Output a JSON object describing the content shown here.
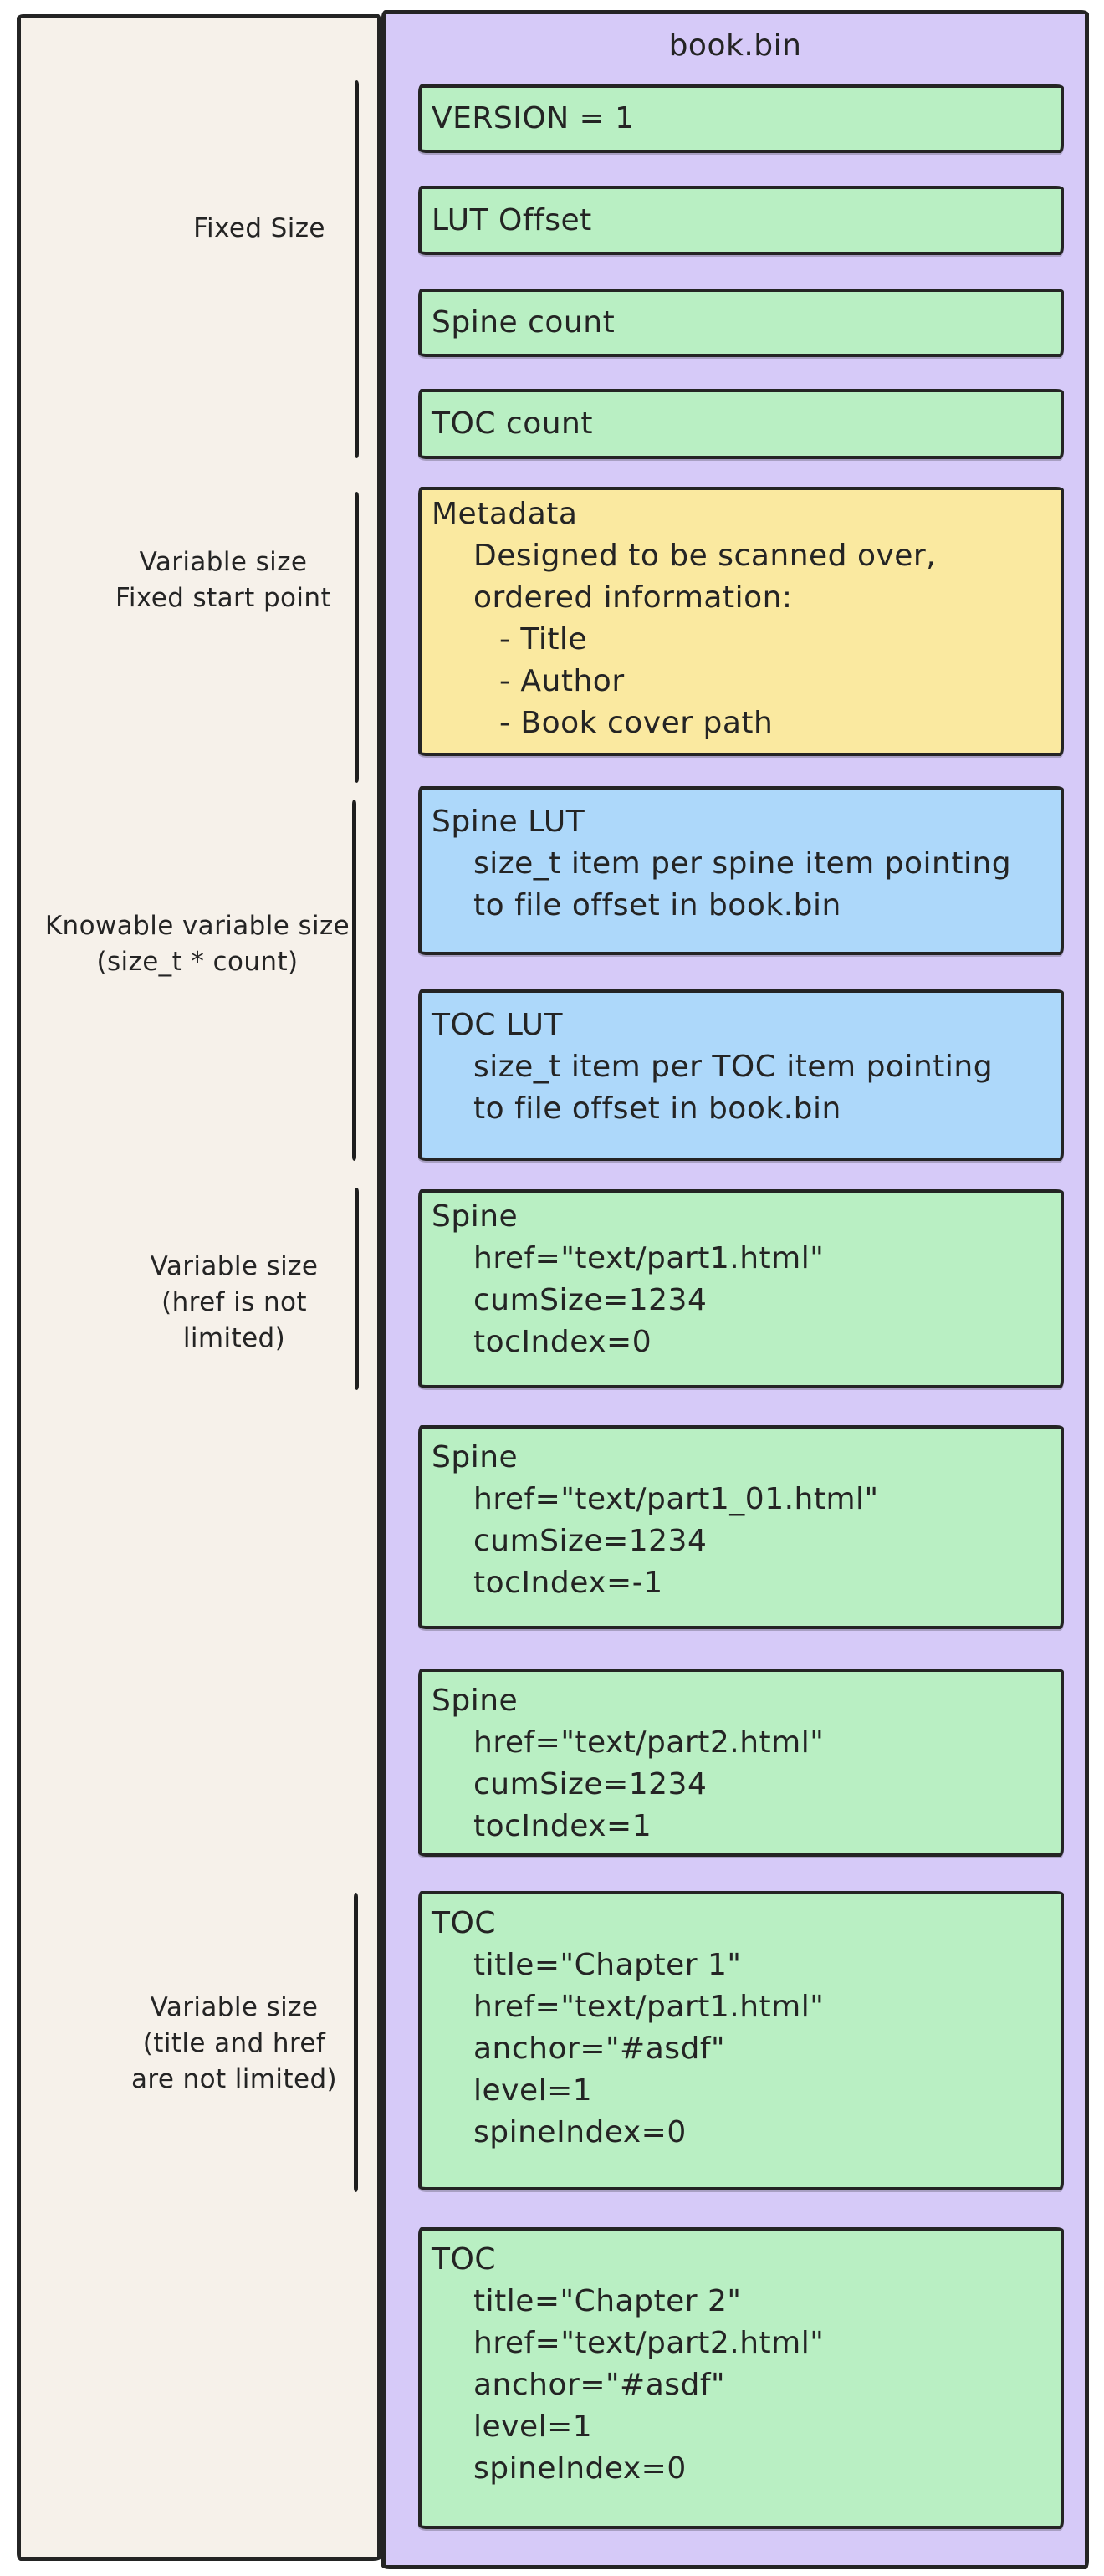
{
  "file_title": "book.bin",
  "labels": {
    "fixed_size": {
      "lines": [
        "Fixed Size"
      ]
    },
    "variable_fixed_start": {
      "lines": [
        "Variable size",
        "Fixed start point"
      ]
    },
    "knowable_variable": {
      "lines": [
        "Knowable variable size",
        "(size_t * count)"
      ]
    },
    "variable_href": {
      "lines": [
        "Variable size",
        "(href is not",
        "limited)"
      ]
    },
    "variable_title_href": {
      "lines": [
        "Variable size",
        "(title and href",
        "are not limited)"
      ]
    }
  },
  "boxes": {
    "version": {
      "lines": [
        "VERSION = 1"
      ]
    },
    "lut_offset": {
      "lines": [
        "LUT Offset"
      ]
    },
    "spine_count": {
      "lines": [
        "Spine count"
      ]
    },
    "toc_count": {
      "lines": [
        "TOC count"
      ]
    },
    "metadata": {
      "lines": [
        "Metadata",
        "Designed to be scanned over,",
        "ordered information:",
        "- Title",
        "- Author",
        "- Book cover path"
      ]
    },
    "spine_lut": {
      "lines": [
        "Spine LUT",
        "size_t item per spine item pointing",
        "to file offset in book.bin"
      ]
    },
    "toc_lut": {
      "lines": [
        "TOC LUT",
        "size_t item per TOC item pointing",
        "to file offset in book.bin"
      ]
    },
    "spine1": {
      "lines": [
        "Spine",
        "href=\"text/part1.html\"",
        "cumSize=1234",
        "tocIndex=0"
      ]
    },
    "spine2": {
      "lines": [
        "Spine",
        "href=\"text/part1_01.html\"",
        "cumSize=1234",
        "tocIndex=-1"
      ]
    },
    "spine3": {
      "lines": [
        "Spine",
        "href=\"text/part2.html\"",
        "cumSize=1234",
        "tocIndex=1"
      ]
    },
    "toc1": {
      "lines": [
        "TOC",
        "title=\"Chapter 1\"",
        "href=\"text/part1.html\"",
        "anchor=\"#asdf\"",
        "level=1",
        "spineIndex=0"
      ]
    },
    "toc2": {
      "lines": [
        "TOC",
        "title=\"Chapter 2\"",
        "href=\"text/part2.html\"",
        "anchor=\"#asdf\"",
        "level=1",
        "spineIndex=0"
      ]
    }
  },
  "colors": {
    "canvas": "#ffffff",
    "annotation_panel": "#f6f1ea",
    "file_panel": "#d6caf8",
    "box_green": "#b9efc3",
    "box_yellow": "#fae9a0",
    "box_blue": "#add8fa",
    "stroke": "#242424"
  }
}
